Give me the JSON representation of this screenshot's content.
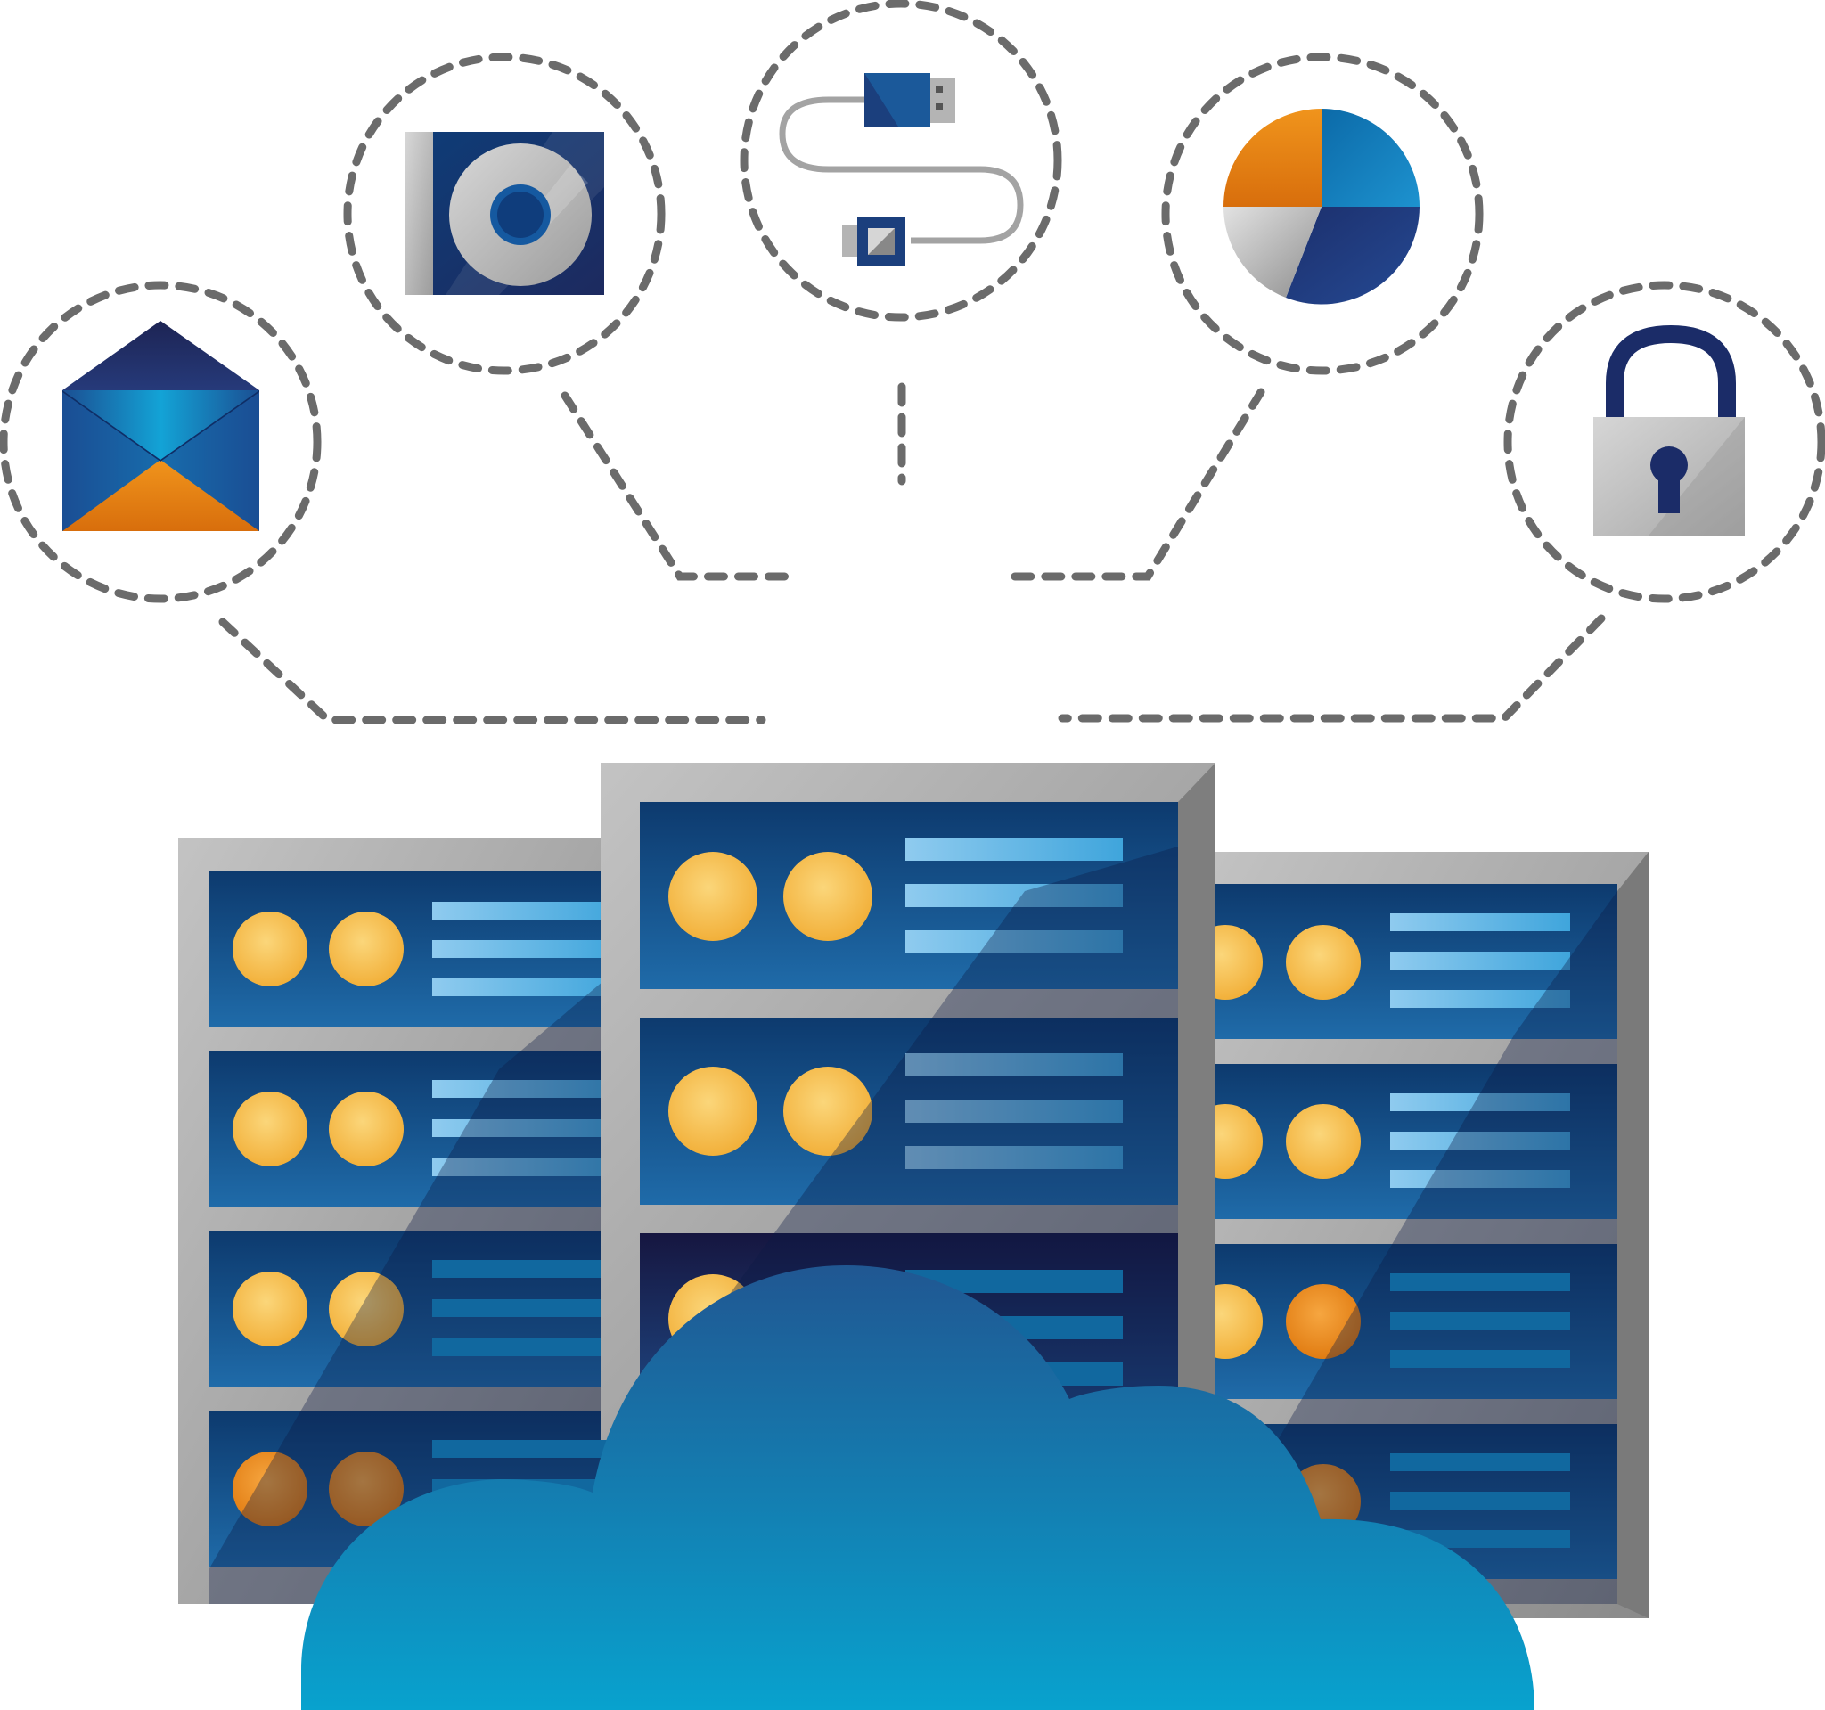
{
  "illustration": {
    "icons": [
      {
        "name": "mail-envelope-icon"
      },
      {
        "name": "disk-drive-icon"
      },
      {
        "name": "usb-cable-icon"
      },
      {
        "name": "pie-chart-icon"
      },
      {
        "name": "padlock-icon"
      }
    ],
    "server_racks": [
      {
        "name": "server-rack-left",
        "units": 4
      },
      {
        "name": "server-rack-center",
        "units": 3
      },
      {
        "name": "server-rack-right",
        "units": 4
      }
    ],
    "cloud": {
      "name": "cloud-icon"
    }
  },
  "colors": {
    "navy": "#1b2a5c",
    "blue": "#1d5fa6",
    "cyan": "#1aa3d8",
    "orange": "#e07a10",
    "amber": "#f2b63c",
    "gray": "#a9a9a9",
    "dash": "#6b6b6b",
    "cloud_top": "#1e5a93",
    "cloud_bottom": "#0aa0cc"
  }
}
